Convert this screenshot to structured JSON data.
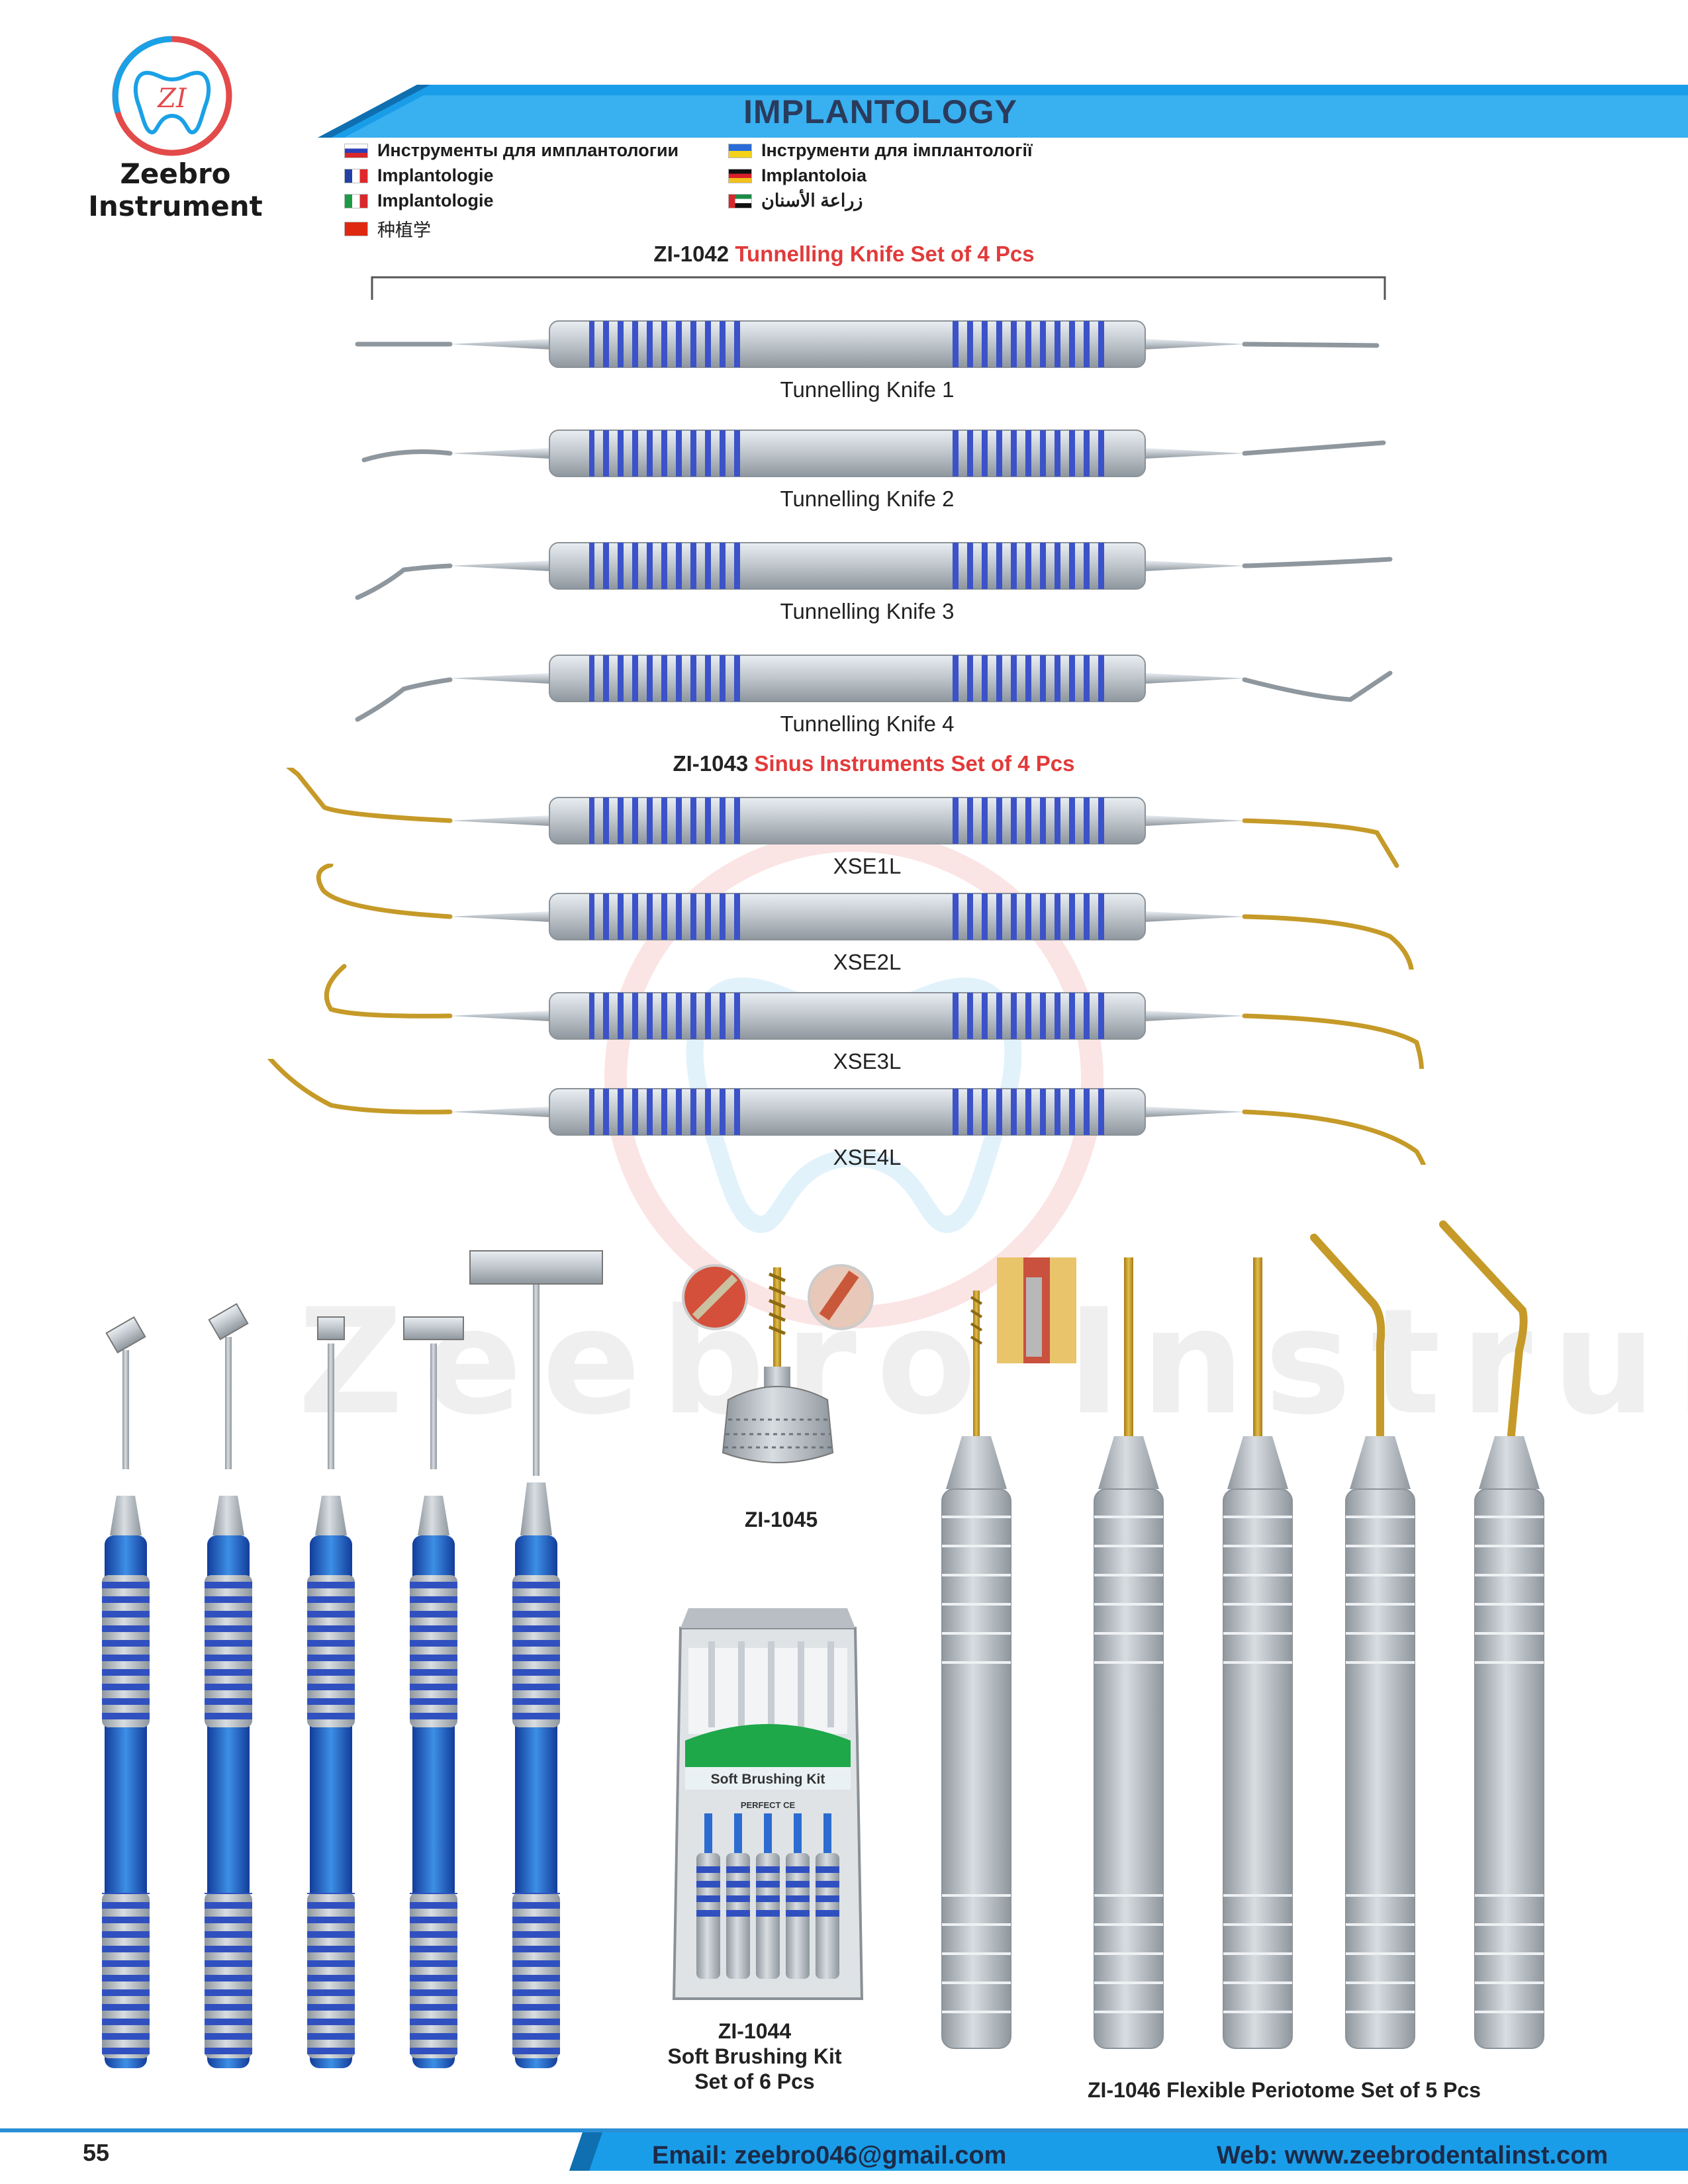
{
  "brand": {
    "name": "Zeebro Instrument",
    "logo_letters": "ZI"
  },
  "header": {
    "title": "IMPLANTOLOGY",
    "languages": [
      {
        "flag": "russia",
        "text": "Инструменты для имплантологии"
      },
      {
        "flag": "ukraine",
        "text": "Інструменти для імплантології"
      },
      {
        "flag": "france",
        "text": "Implantologie"
      },
      {
        "flag": "germany",
        "text": "Implantoloia"
      },
      {
        "flag": "italy",
        "text": "Implantologie"
      },
      {
        "flag": "uae",
        "text": "زراعة الأسنان"
      },
      {
        "flag": "china",
        "text": "种植学"
      }
    ]
  },
  "sets": {
    "tunnelling": {
      "code": "ZI-1042",
      "title": "Tunnelling Knife Set of 4 Pcs",
      "items": [
        "Tunnelling Knife 1",
        "Tunnelling Knife 2",
        "Tunnelling Knife 3",
        "Tunnelling Knife 4"
      ]
    },
    "sinus": {
      "code": "ZI-1043",
      "title": "Sinus Instruments Set of 4 Pcs",
      "items": [
        "XSE1L",
        "XSE2L",
        "XSE3L",
        "XSE4L"
      ]
    }
  },
  "products": {
    "zi1045": {
      "label": "ZI-1045"
    },
    "zi1044": {
      "code": "ZI-1044",
      "line1": "Soft Brushing Kit",
      "line2": "Set of 6 Pcs",
      "box_text": "Soft Brushing Kit",
      "box_brand": "PERFECT CE"
    },
    "zi1046": {
      "label": "ZI-1046 Flexible Periotome Set of 5 Pcs"
    }
  },
  "watermark": {
    "text": "Zeebro Instrument"
  },
  "footer": {
    "page": "55",
    "email": "Email: zeebro046@gmail.com",
    "web": "Web: www.zeebrodentalinst.com"
  },
  "colors": {
    "accent_blue": "#1a9de8",
    "handle_blue": "#2c53b6",
    "title_red": "#e23a3a",
    "gold": "#c59a28"
  }
}
